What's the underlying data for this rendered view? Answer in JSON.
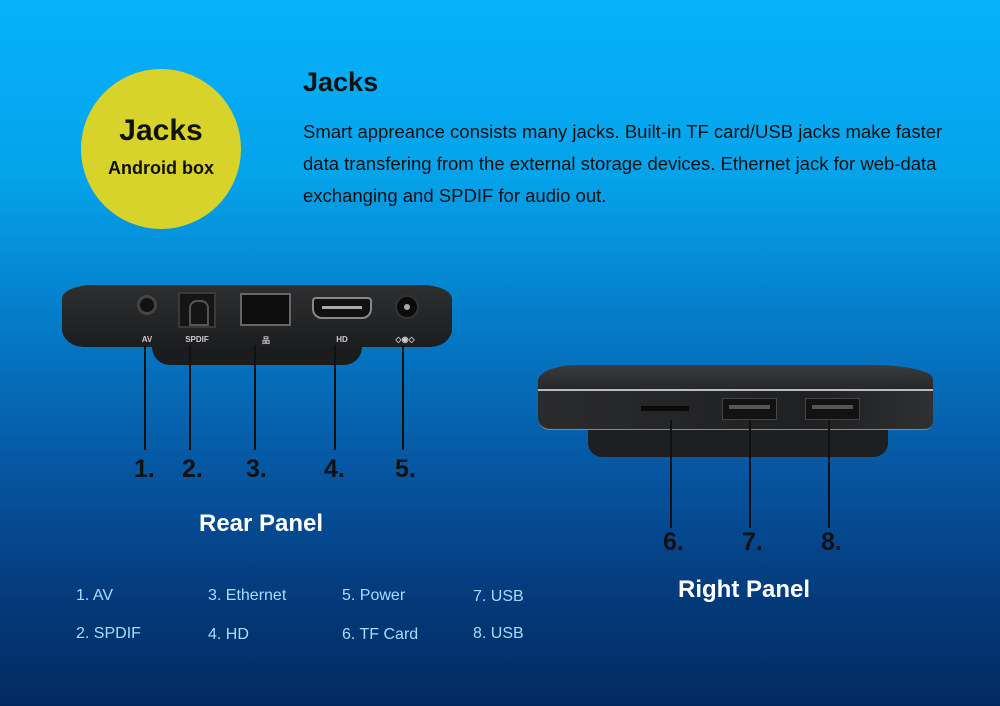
{
  "badge": {
    "title": "Jacks",
    "subtitle": "Android box",
    "color": "#d7d32a"
  },
  "heading": "Jacks",
  "description": "Smart appreance consists many jacks. Built-in TF card/USB jacks make faster data transfering from the external storage devices. Ethernet jack for web-data exchanging and SPDIF for audio out.",
  "rear_panel": {
    "title": "Rear Panel",
    "port_labels": [
      "AV",
      "SPDIF",
      "品",
      "HD",
      "◇◉◇"
    ],
    "numbers": [
      "1.",
      "2.",
      "3.",
      "4.",
      "5."
    ]
  },
  "right_panel": {
    "title": "Right  Panel",
    "numbers": [
      "6.",
      "7.",
      "8."
    ]
  },
  "legend": [
    {
      "label": "1. AV"
    },
    {
      "label": "2. SPDIF"
    },
    {
      "label": "3. Ethernet"
    },
    {
      "label": "4. HD"
    },
    {
      "label": "5. Power"
    },
    {
      "label": "6. TF Card"
    },
    {
      "label": "7. USB"
    },
    {
      "label": "8. USB"
    }
  ]
}
